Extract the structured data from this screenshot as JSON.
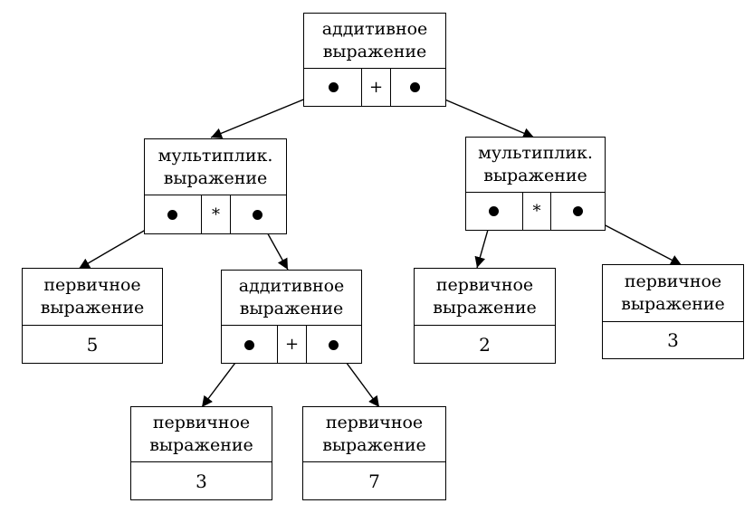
{
  "nodes": {
    "root": {
      "line1": "аддитивное",
      "line2": "выражение",
      "op": "+"
    },
    "mul_l": {
      "line1": "мультиплик.",
      "line2": "выражение",
      "op": "*"
    },
    "mul_r": {
      "line1": "мультиплик.",
      "line2": "выражение",
      "op": "*"
    },
    "prim5": {
      "line1": "первичное",
      "line2": "выражение",
      "value": "5"
    },
    "add_m": {
      "line1": "аддитивное",
      "line2": "выражение",
      "op": "+"
    },
    "prim2": {
      "line1": "первичное",
      "line2": "выражение",
      "value": "2"
    },
    "prim3r": {
      "line1": "первичное",
      "line2": "выражение",
      "value": "3"
    },
    "prim3": {
      "line1": "первичное",
      "line2": "выражение",
      "value": "3"
    },
    "prim7": {
      "line1": "первичное",
      "line2": "выражение",
      "value": "7"
    }
  }
}
